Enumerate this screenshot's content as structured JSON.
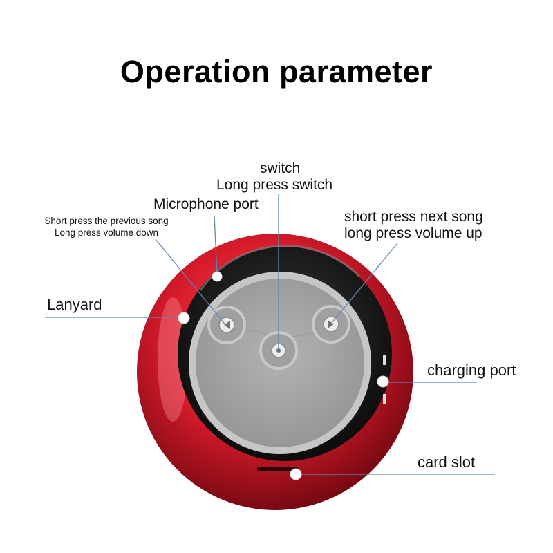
{
  "title": "Operation parameter",
  "labels": {
    "switch": "switch",
    "long_press_switch": "Long press switch",
    "microphone_port": "Microphone port",
    "prev_song": "Short press the previous song",
    "volume_down": "Long press volume down",
    "next_song": "short press next song",
    "volume_up": "long press volume up",
    "lanyard": "Lanyard",
    "charging_port": "charging port",
    "card_slot": "card slot"
  },
  "icons": {
    "prev": "skip-previous-icon",
    "play": "play-pause-icon",
    "next": "skip-next-icon"
  },
  "colors": {
    "shell": "#c8102e",
    "bezel": "#1a1a1a",
    "panel": "#a9a9a9",
    "leader": "#5f87b3"
  }
}
